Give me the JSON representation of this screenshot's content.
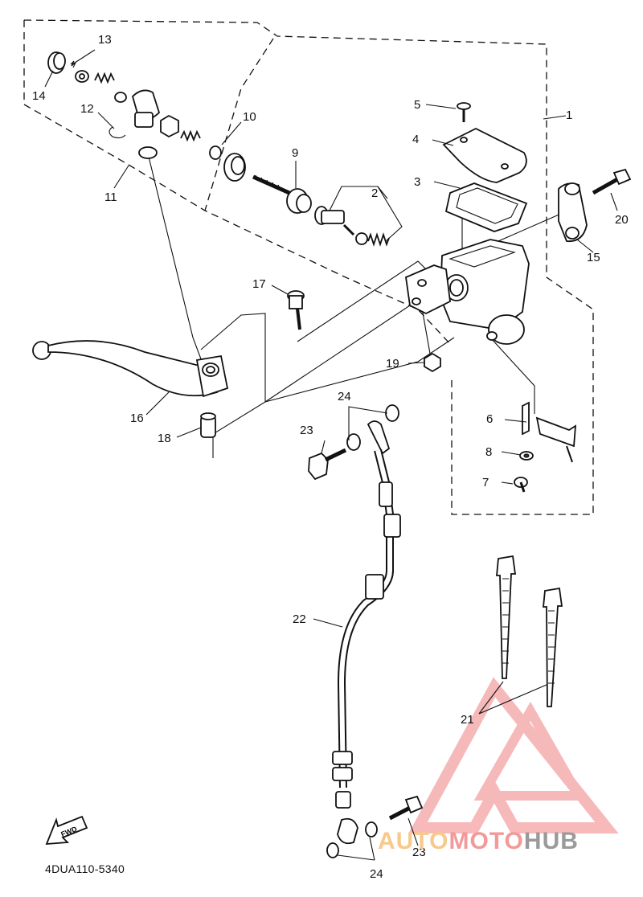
{
  "diagram_code": "4DUA110-5340",
  "fwd_label": "FWD",
  "watermark": {
    "part1": "AUTO",
    "part2": "MOTO",
    "part3": "HUB",
    "logo_color": "#f08080"
  },
  "labels": [
    {
      "id": "l1",
      "text": "1"
    },
    {
      "id": "l2",
      "text": "2"
    },
    {
      "id": "l3",
      "text": "3"
    },
    {
      "id": "l4",
      "text": "4"
    },
    {
      "id": "l5",
      "text": "5"
    },
    {
      "id": "l6",
      "text": "6"
    },
    {
      "id": "l7",
      "text": "7"
    },
    {
      "id": "l8",
      "text": "8"
    },
    {
      "id": "l9",
      "text": "9"
    },
    {
      "id": "l10",
      "text": "10"
    },
    {
      "id": "l11",
      "text": "11"
    },
    {
      "id": "l12",
      "text": "12"
    },
    {
      "id": "l13",
      "text": "13"
    },
    {
      "id": "l14",
      "text": "14"
    },
    {
      "id": "l15",
      "text": "15"
    },
    {
      "id": "l16",
      "text": "16"
    },
    {
      "id": "l17",
      "text": "17"
    },
    {
      "id": "l18",
      "text": "18"
    },
    {
      "id": "l19",
      "text": "19"
    },
    {
      "id": "l20",
      "text": "20"
    },
    {
      "id": "l21",
      "text": "21"
    },
    {
      "id": "l22",
      "text": "22"
    },
    {
      "id": "l23a",
      "text": "23"
    },
    {
      "id": "l23b",
      "text": "23"
    },
    {
      "id": "l24a",
      "text": "24"
    },
    {
      "id": "l24b",
      "text": "24"
    }
  ]
}
